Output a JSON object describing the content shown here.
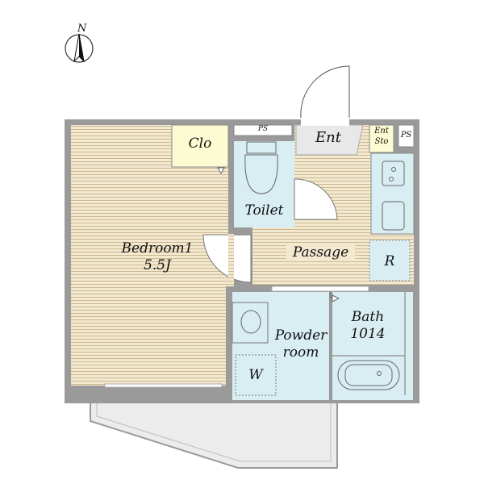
{
  "compass": {
    "label": "N"
  },
  "rooms": {
    "bedroom": {
      "name": "Bedroom1",
      "size": "5.5J"
    },
    "closet": "Clo",
    "ps_top": "PS",
    "entrance": "Ent",
    "ent_storage": {
      "line1": "Ent",
      "line2": "Sto"
    },
    "ps_right": "PS",
    "toilet": "Toilet",
    "passage": "Passage",
    "refrigerator": "R",
    "powder_room": {
      "line1": "Powder",
      "line2": "room"
    },
    "washer": "W",
    "bath": {
      "line1": "Bath",
      "line2": "1014"
    }
  },
  "colors": {
    "wall": "#9a9a9a",
    "floor": "#efe3c8",
    "wet": "#d8eef3",
    "closet": "#fdfbd2",
    "entry": "#e8e8e8"
  }
}
